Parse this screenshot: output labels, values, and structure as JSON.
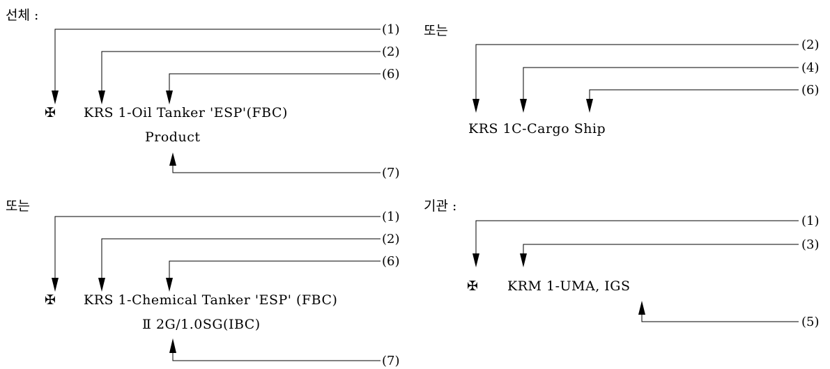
{
  "headings": {
    "hull": "선체 :",
    "or_1": "또는",
    "or_2": "또는",
    "machinery": "기관 :"
  },
  "symbols": {
    "maltese_cross": "✠"
  },
  "diagram_a": {
    "notation": "KRS 1-Oil Tanker 'ESP'(FBC)",
    "sub": "Product",
    "refs": {
      "r1": "(1)",
      "r2": "(2)",
      "r6": "(6)",
      "r7": "(7)"
    }
  },
  "diagram_b": {
    "notation": "KRS 1C-Cargo Ship",
    "refs": {
      "r2": "(2)",
      "r4": "(4)",
      "r6": "(6)"
    }
  },
  "diagram_c": {
    "notation": "KRS 1-Chemical Tanker 'ESP' (FBC)",
    "sub": "Ⅱ 2G/1.0SG(IBC)",
    "refs": {
      "r1": "(1)",
      "r2": "(2)",
      "r6": "(6)",
      "r7": "(7)"
    }
  },
  "diagram_d": {
    "notation": "KRM 1-UMA, IGS",
    "refs": {
      "r1": "(1)",
      "r3": "(3)",
      "r5": "(5)"
    }
  }
}
